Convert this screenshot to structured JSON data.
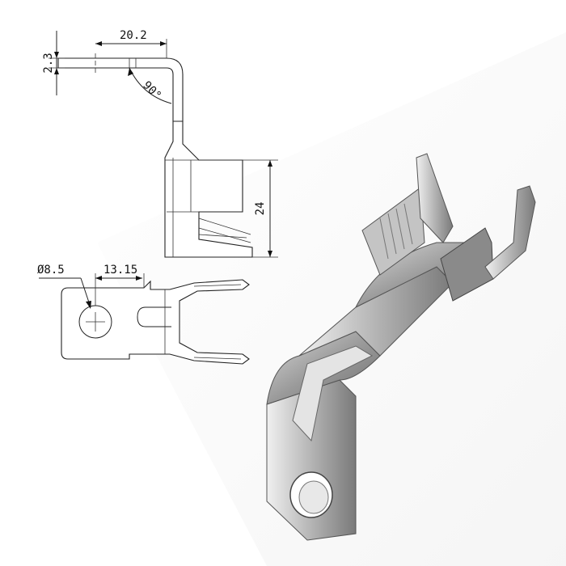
{
  "dimensions": {
    "length": "20.2",
    "thickness": "2.3",
    "angle": "90°",
    "height": "24",
    "hole_diameter": "Ø8.5",
    "offset": "13.15"
  },
  "views": [
    "side-view",
    "top-view",
    "isometric-render"
  ]
}
